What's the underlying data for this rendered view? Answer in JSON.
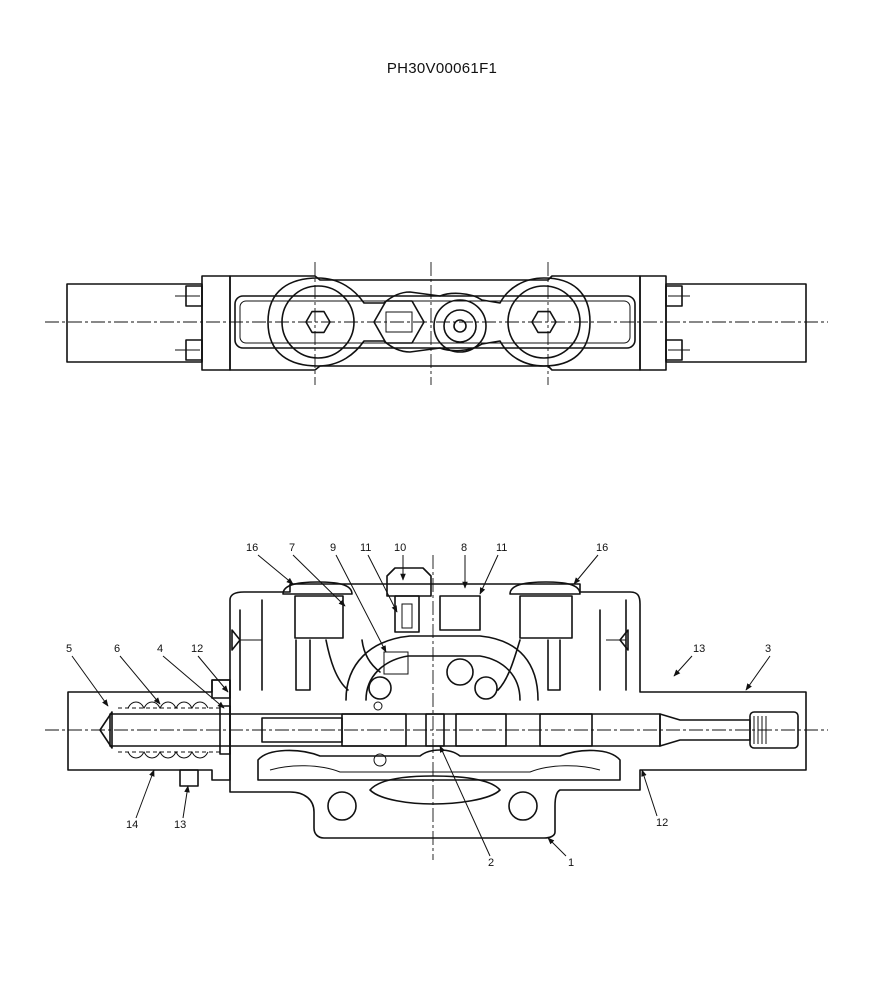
{
  "title": "PH30V00061F1",
  "callouts": [
    {
      "label": "16"
    },
    {
      "label": "7"
    },
    {
      "label": "9"
    },
    {
      "label": "11"
    },
    {
      "label": "10"
    },
    {
      "label": "8"
    },
    {
      "label": "11"
    },
    {
      "label": "16"
    },
    {
      "label": "5"
    },
    {
      "label": "6"
    },
    {
      "label": "4"
    },
    {
      "label": "12"
    },
    {
      "label": "13"
    },
    {
      "label": "3"
    },
    {
      "label": "14"
    },
    {
      "label": "13"
    },
    {
      "label": "2"
    },
    {
      "label": "1"
    },
    {
      "label": "12"
    }
  ]
}
